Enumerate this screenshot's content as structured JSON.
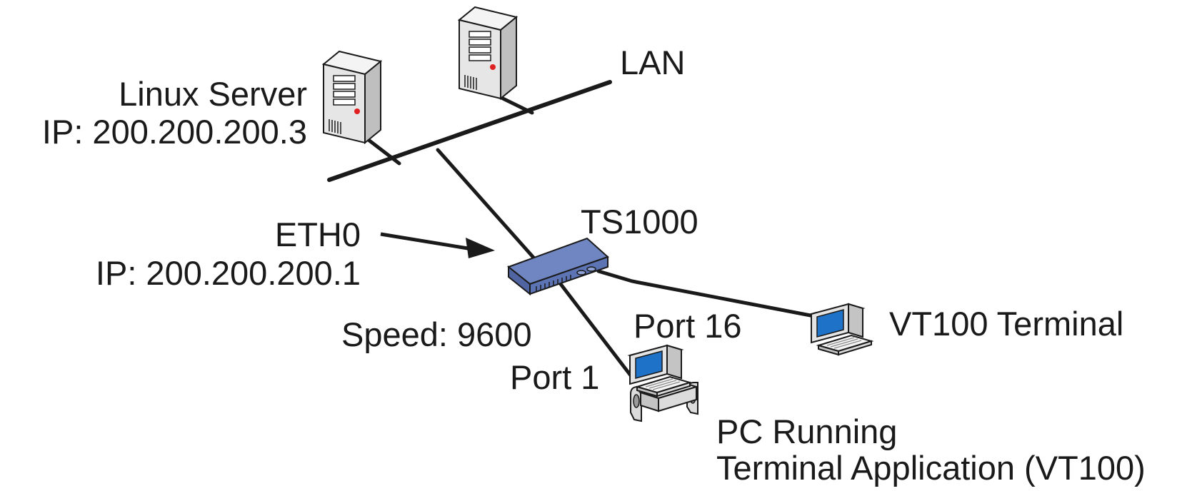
{
  "labels": {
    "lan": "LAN",
    "linux_server_name": "Linux Server",
    "linux_server_ip": "IP: 200.200.200.3",
    "ts1000": "TS1000",
    "eth0": "ETH0",
    "eth0_ip": "IP: 200.200.200.1",
    "speed": "Speed: 9600",
    "port16": "Port 16",
    "port1": "Port 1",
    "vt100_terminal": "VT100 Terminal",
    "pc_running_line1": "PC Running",
    "pc_running_line2": "Terminal Application (VT100)"
  },
  "icons": {
    "server": "server-tower-icon",
    "switch": "terminal-server-device-icon",
    "terminal": "vt100-terminal-icon",
    "pc": "desktop-pc-icon"
  },
  "colors": {
    "line": "#1a1a1a",
    "device_blue": "#6f86c2",
    "screen_blue": "#1e73c8",
    "body_gray": "#e4e4e4",
    "led_red": "#e02020"
  }
}
